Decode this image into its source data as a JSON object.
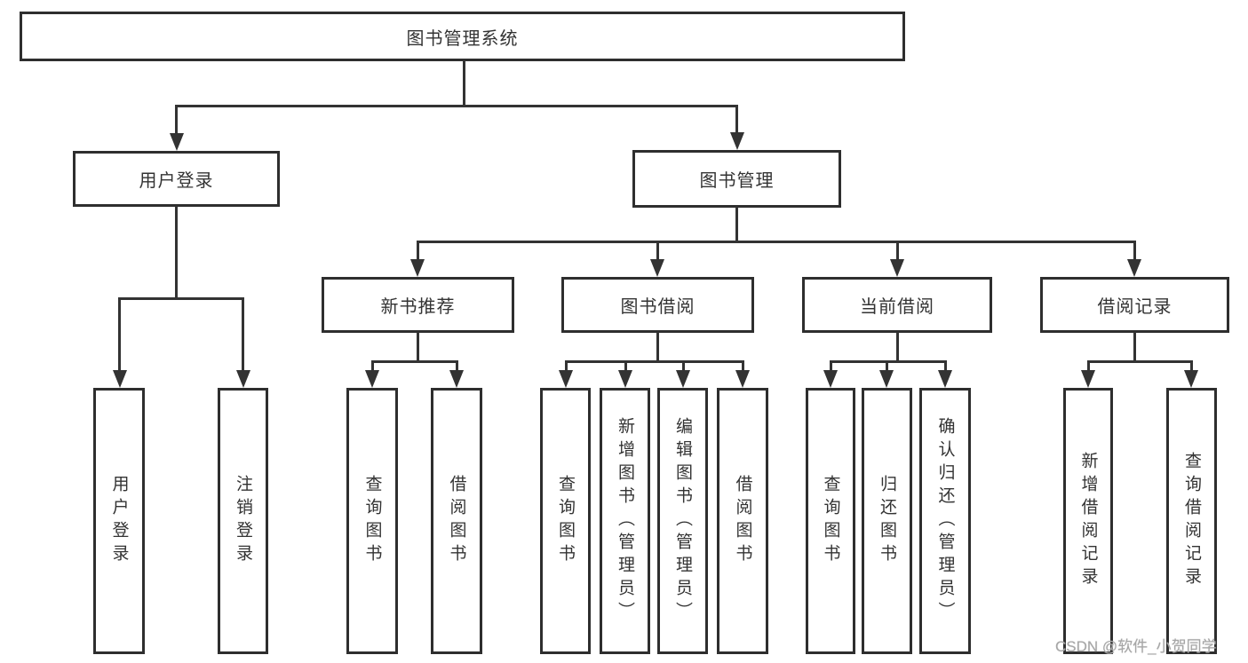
{
  "tree": {
    "label": "图书管理系统",
    "children": [
      {
        "label": "用户登录",
        "children": [
          {
            "label": "用户登录"
          },
          {
            "label": "注销登录"
          }
        ]
      },
      {
        "label": "图书管理",
        "children": [
          {
            "label": "新书推荐",
            "children": [
              {
                "label": "查询图书"
              },
              {
                "label": "借阅图书"
              }
            ]
          },
          {
            "label": "图书借阅",
            "children": [
              {
                "label": "查询图书"
              },
              {
                "label": "新增图书（管理员）"
              },
              {
                "label": "编辑图书（管理员）"
              },
              {
                "label": "借阅图书"
              }
            ]
          },
          {
            "label": "当前借阅",
            "children": [
              {
                "label": "查询图书"
              },
              {
                "label": "归还图书"
              },
              {
                "label": "确认归还（管理员）"
              }
            ]
          },
          {
            "label": "借阅记录",
            "children": [
              {
                "label": "新增借阅记录"
              },
              {
                "label": "查询借阅记录"
              }
            ]
          }
        ]
      }
    ]
  },
  "watermark": {
    "text": "CSDN @软件_小贺同学"
  },
  "colors": {
    "line": "#333333",
    "box_border": "#2e2e2e",
    "text": "#333333",
    "background": "#ffffff",
    "watermark": "#a6a6a6"
  }
}
